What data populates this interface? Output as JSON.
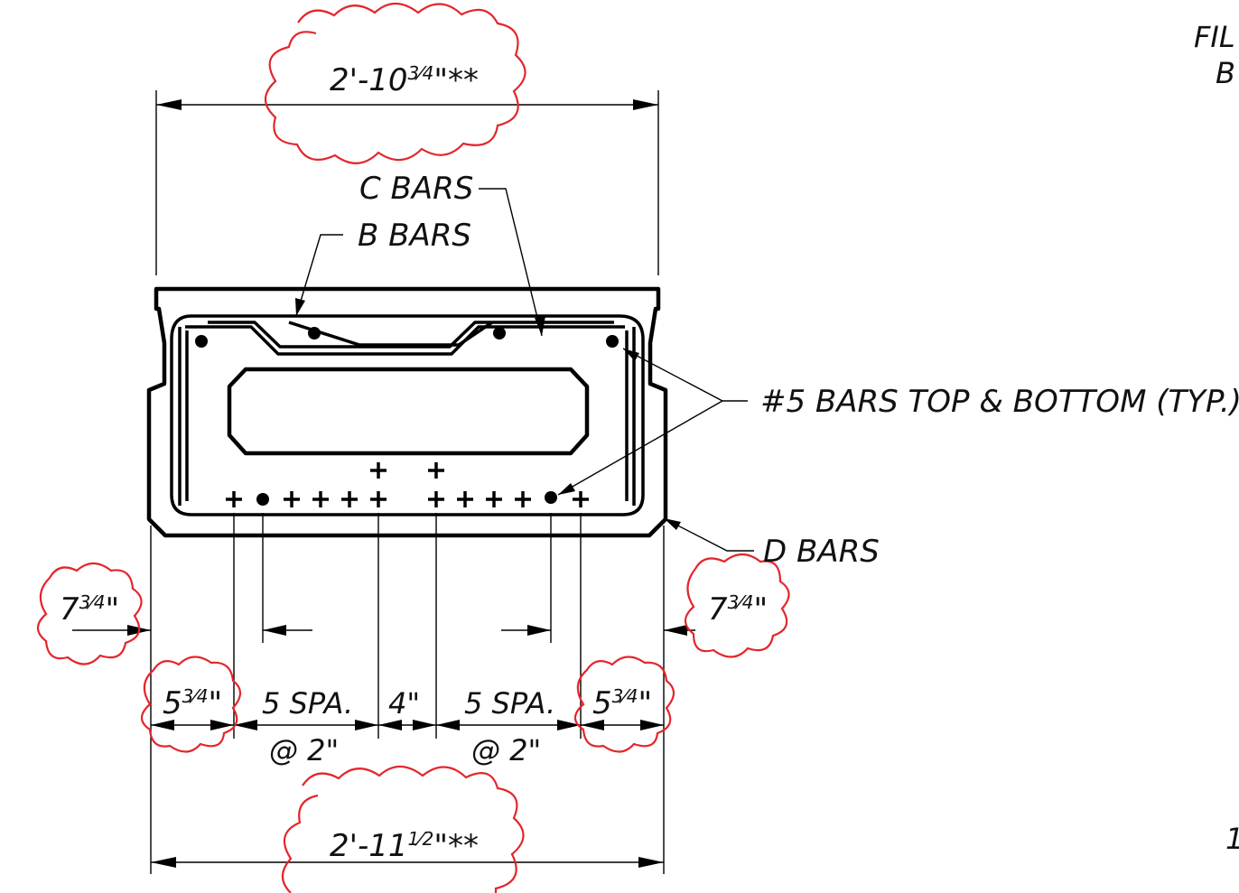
{
  "clouds": {
    "top_width": {
      "main": "2'-10",
      "frac": "3⁄4",
      "suffix": "\"**"
    },
    "bottom_width": {
      "main": "2'-11",
      "frac": "1⁄2",
      "suffix": "\"**"
    },
    "left_edge": {
      "main": "7",
      "frac": "3⁄4",
      "suffix": "\""
    },
    "right_edge": {
      "main": "7",
      "frac": "3⁄4",
      "suffix": "\""
    },
    "left_end": {
      "main": "5",
      "frac": "3⁄4",
      "suffix": "\""
    },
    "right_end": {
      "main": "5",
      "frac": "3⁄4",
      "suffix": "\""
    }
  },
  "labels": {
    "c_bars": "C BARS",
    "b_bars": "B BARS",
    "d_bars": "D BARS",
    "no5_bars": "#5 BARS TOP & BOTTOM (TYP.)",
    "spa_left": "5 SPA.",
    "spa_left_at": "@ 2\"",
    "center_gap": "4\"",
    "spa_right": "5 SPA.",
    "spa_right_at": "@ 2\""
  },
  "margin_text": {
    "top_line1": "FIL",
    "top_line2": "B",
    "bottom_char": "1"
  },
  "colors": {
    "revision_cloud": "#e3262b",
    "linework": "#000000"
  }
}
